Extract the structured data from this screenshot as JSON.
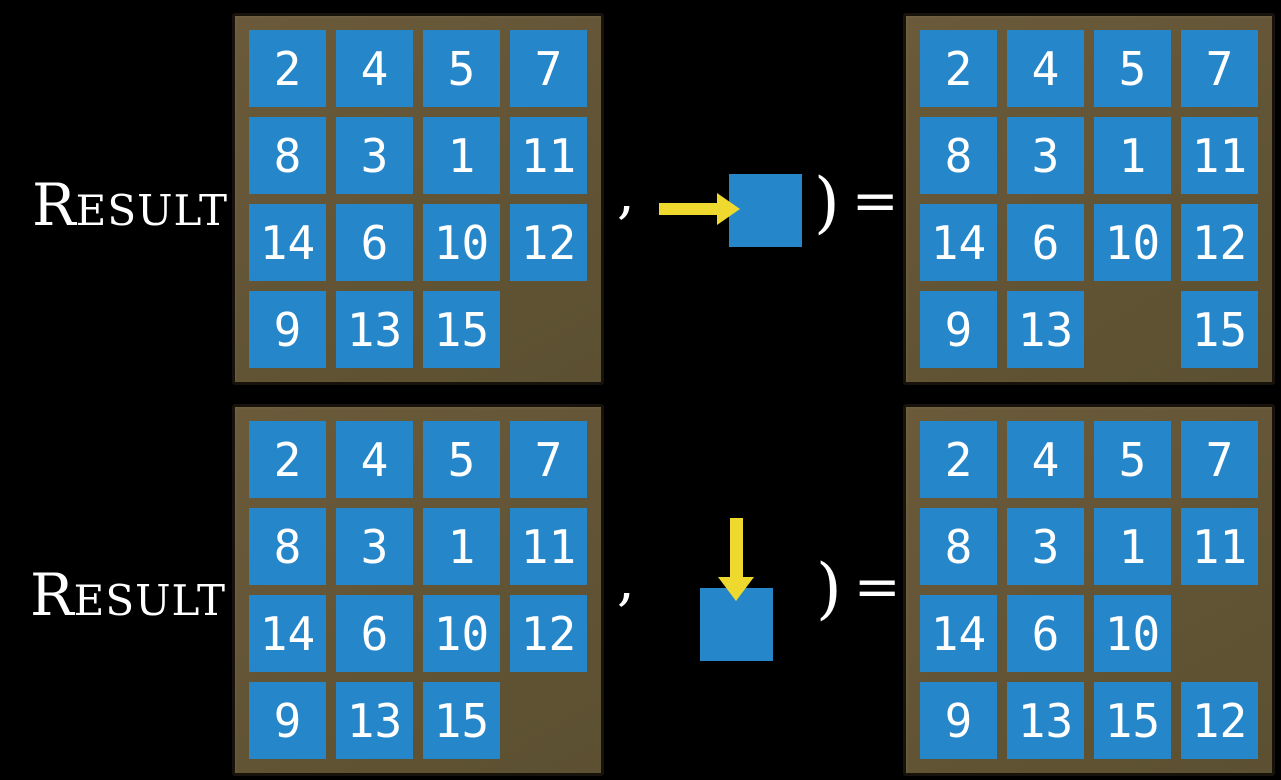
{
  "figure": {
    "function_initial": "R",
    "function_rest": "ESULT",
    "open_paren": "(",
    "comma": ",",
    "close_paren": ")",
    "equals": "="
  },
  "colors": {
    "background": "#000000",
    "tile_blue": "#2587CA",
    "board_face": "#6A5A3A",
    "board_face_dark": "#5B5031",
    "board_border": "#17120B",
    "arrow_yellow": "#EFD92E",
    "text": "#FFFFFF"
  },
  "equations": [
    {
      "id": "slide-right-example",
      "action_icon": "arrow-right-into-tile-icon",
      "action_direction": "right",
      "input_board": [
        [
          2,
          4,
          5,
          7
        ],
        [
          8,
          3,
          1,
          11
        ],
        [
          14,
          6,
          10,
          12
        ],
        [
          9,
          13,
          15,
          null
        ]
      ],
      "result_board": [
        [
          2,
          4,
          5,
          7
        ],
        [
          8,
          3,
          1,
          11
        ],
        [
          14,
          6,
          10,
          12
        ],
        [
          9,
          13,
          null,
          15
        ]
      ]
    },
    {
      "id": "slide-down-example",
      "action_icon": "arrow-down-into-tile-icon",
      "action_direction": "down",
      "input_board": [
        [
          2,
          4,
          5,
          7
        ],
        [
          8,
          3,
          1,
          11
        ],
        [
          14,
          6,
          10,
          12
        ],
        [
          9,
          13,
          15,
          null
        ]
      ],
      "result_board": [
        [
          2,
          4,
          5,
          7
        ],
        [
          8,
          3,
          1,
          11
        ],
        [
          14,
          6,
          10,
          null
        ],
        [
          9,
          13,
          15,
          12
        ]
      ]
    }
  ]
}
